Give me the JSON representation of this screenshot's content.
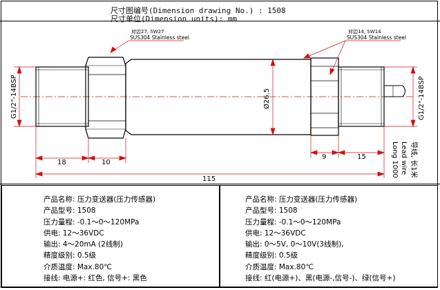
{
  "header": {
    "drawing_no_line": "尺寸图编号(Dimension drawing No.) : 1508",
    "units_line": "尺寸单位(Dimension units): mm"
  },
  "callouts": {
    "left_spanner_size": "对边27, SW27",
    "left_material": "SUS304 Stainless steel",
    "right_spanner_size": "对边14, SW14",
    "right_material": "SUS304 Stainless steel"
  },
  "thread_left": "G1/2\"-14BSP",
  "thread_right": "G1/2\"-14BSP",
  "dimensions": {
    "d18": "18",
    "d10": "10",
    "d115": "115",
    "d9": "9",
    "d15": "15",
    "diameter": "Ø26.5"
  },
  "lead_wire": {
    "cn": "导线, 长1米",
    "en_line1": "Lead wire",
    "en_line2": "Long 1000"
  },
  "spec_left": [
    "产品名称: 压力变送器(压力传感器)",
    "产品型号: 1508",
    "压力量程: -0.1～0～120MPa",
    "供电: 12～36VDC",
    "输出: 4～20mA (2线制)",
    "精度级别: 0.5级",
    "介质温度: Max.80℃",
    "接线: 电源+: 红色, 信号+: 黑色"
  ],
  "spec_right": [
    "产品名称: 压力变送器(压力传感器)",
    "产品型号: 1508",
    "压力量程: -0.1～0～120MPa",
    "供电: 12～36VDC",
    "输出: 0～5V, 0～10V(3线制),",
    "精度级别: 0.5级",
    "介质温度: Max.80℃",
    "接线: 红(电源+)、黑(电源-,信号-)、绿(信号+)"
  ],
  "colors": {
    "dimension_line": "#d01010",
    "outline": "#000000"
  }
}
